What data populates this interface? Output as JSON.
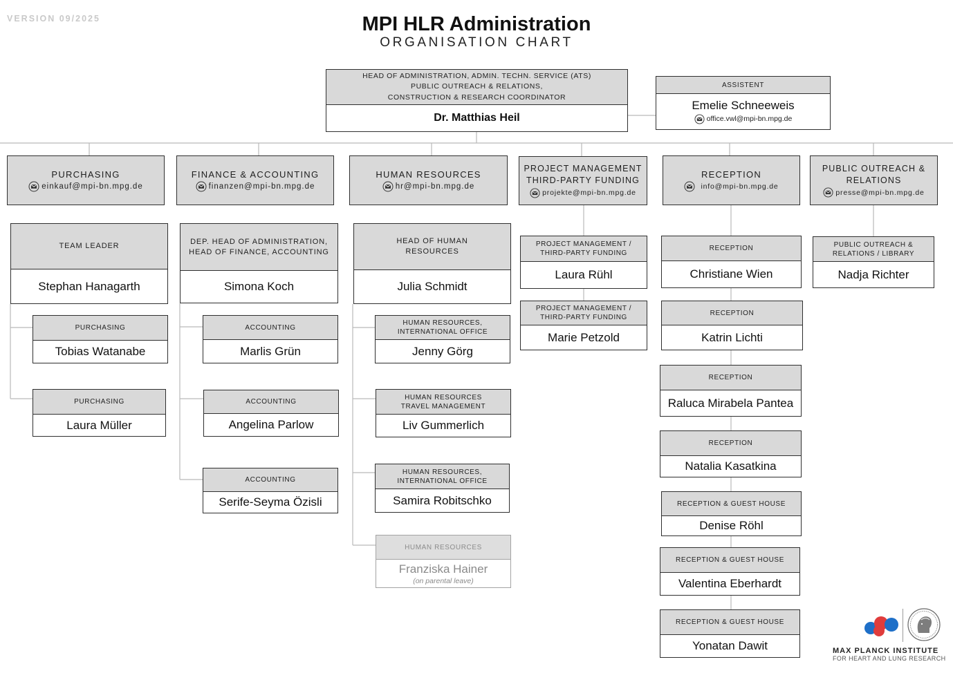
{
  "version": "VERSION 09/2025",
  "title": "MPI HLR Administration",
  "subtitle": "ORGANISATION CHART",
  "head": {
    "role_lines": [
      "HEAD OF ADMINISTRATION, ADMIN. TECHN. SERVICE (ATS)",
      "PUBLIC OUTREACH & RELATIONS,",
      "CONSTRUCTION & RESEARCH COORDINATOR"
    ],
    "name": "Dr. Matthias Heil"
  },
  "assistant": {
    "role": "ASSISTENT",
    "name": "Emelie Schneeweis",
    "email": "office.vwl@mpi-bn.mpg.de"
  },
  "departments": [
    {
      "title_lines": [
        "PURCHASING"
      ],
      "email": "einkauf@mpi-bn.mpg.de",
      "staff": [
        {
          "role_lines": [
            "TEAM LEADER"
          ],
          "name": "Stephan Hanagarth"
        },
        {
          "role_lines": [
            "PURCHASING"
          ],
          "name": "Tobias Watanabe"
        },
        {
          "role_lines": [
            "PURCHASING"
          ],
          "name": "Laura Müller"
        }
      ]
    },
    {
      "title_lines": [
        "FINANCE & ACCOUNTING"
      ],
      "email": "finanzen@mpi-bn.mpg.de",
      "staff": [
        {
          "role_lines": [
            "DEP. HEAD OF ADMINISTRATION,",
            "HEAD OF FINANCE, ACCOUNTING"
          ],
          "name": "Simona Koch"
        },
        {
          "role_lines": [
            "ACCOUNTING"
          ],
          "name": "Marlis Grün"
        },
        {
          "role_lines": [
            "ACCOUNTING"
          ],
          "name": "Angelina Parlow"
        },
        {
          "role_lines": [
            "ACCOUNTING"
          ],
          "name": "Serife-Seyma Özisli"
        }
      ]
    },
    {
      "title_lines": [
        "HUMAN RESOURCES"
      ],
      "email": "hr@mpi-bn.mpg.de",
      "staff": [
        {
          "role_lines": [
            "HEAD OF HUMAN",
            "RESOURCES"
          ],
          "name": "Julia Schmidt"
        },
        {
          "role_lines": [
            "HUMAN RESOURCES,",
            "INTERNATIONAL OFFICE"
          ],
          "name": "Jenny Görg"
        },
        {
          "role_lines": [
            "HUMAN RESOURCES",
            "TRAVEL MANAGEMENT"
          ],
          "name": "Liv Gummerlich"
        },
        {
          "role_lines": [
            "HUMAN RESOURCES,",
            "INTERNATIONAL OFFICE"
          ],
          "name": "Samira Robitschko"
        },
        {
          "role_lines": [
            "HUMAN RESOURCES"
          ],
          "name": "Franziska Hainer",
          "note": "(on parental leave)"
        }
      ]
    },
    {
      "title_lines": [
        "PROJECT MANAGEMENT",
        "THIRD-PARTY FUNDING"
      ],
      "email": "projekte@mpi-bn.mpg.de",
      "staff": [
        {
          "role_lines": [
            "PROJECT MANAGEMENT /",
            "THIRD-PARTY FUNDING"
          ],
          "name": "Laura Rühl"
        },
        {
          "role_lines": [
            "PROJECT MANAGEMENT /",
            "THIRD-PARTY FUNDING"
          ],
          "name": "Marie Petzold"
        }
      ]
    },
    {
      "title_lines": [
        "RECEPTION"
      ],
      "email": "info@mpi-bn.mpg.de",
      "staff": [
        {
          "role_lines": [
            "RECEPTION"
          ],
          "name": "Christiane Wien"
        },
        {
          "role_lines": [
            "RECEPTION"
          ],
          "name": "Katrin Lichti"
        },
        {
          "role_lines": [
            "RECEPTION"
          ],
          "name": "Raluca Mirabela Pantea"
        },
        {
          "role_lines": [
            "RECEPTION"
          ],
          "name": "Natalia Kasatkina"
        },
        {
          "role_lines": [
            "RECEPTION & GUEST HOUSE"
          ],
          "name": "Denise Röhl"
        },
        {
          "role_lines": [
            "RECEPTION & GUEST HOUSE"
          ],
          "name": "Valentina Eberhardt"
        },
        {
          "role_lines": [
            "RECEPTION & GUEST HOUSE"
          ],
          "name": "Yonatan Dawit"
        }
      ]
    },
    {
      "title_lines": [
        "PUBLIC OUTREACH &",
        "RELATIONS"
      ],
      "email": "presse@mpi-bn.mpg.de",
      "staff": [
        {
          "role_lines": [
            "PUBLIC OUTREACH &",
            "RELATIONS / LIBRARY"
          ],
          "name": "Nadja Richter"
        }
      ]
    }
  ],
  "logo": {
    "name": "MAX PLANCK INSTITUTE",
    "subtitle": "FOR HEART AND LUNG RESEARCH"
  },
  "icons": {
    "email": "envelope-icon",
    "logo_mark": "max-planck-logo-icon",
    "emblem": "minerva-emblem-icon"
  },
  "colors": {
    "header_fill": "#d9d9d9",
    "border": "#2e2e2e",
    "connector": "#b9b9b9",
    "inactive": "#8a8a8a",
    "logo_blue": "#1e6fc8",
    "logo_red": "#e03c3c"
  }
}
